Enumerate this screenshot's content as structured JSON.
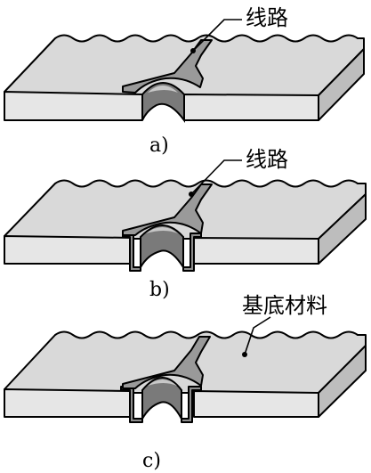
{
  "panels": [
    {
      "caption": "a)",
      "callout": "线路"
    },
    {
      "caption": "b)",
      "callout": "线路"
    },
    {
      "caption": "c)",
      "callout": "基底材料"
    }
  ]
}
